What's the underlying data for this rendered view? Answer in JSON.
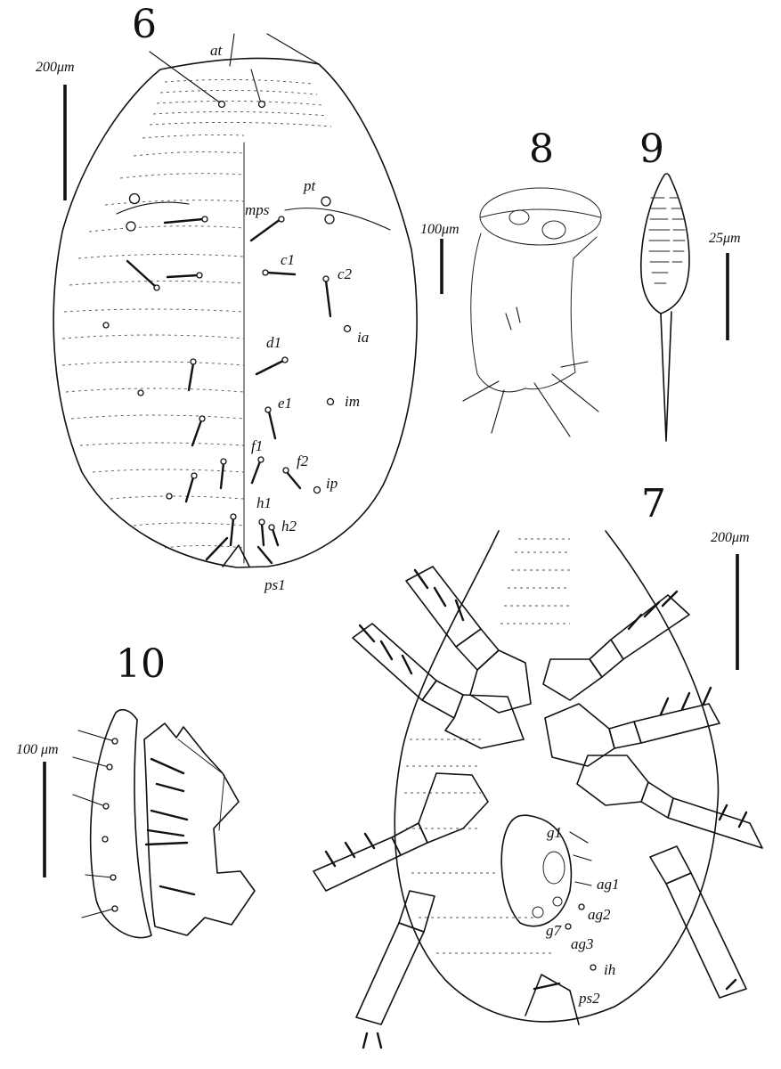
{
  "figure_numbers": {
    "fig6": "6",
    "fig7": "7",
    "fig8": "8",
    "fig9": "9",
    "fig10": "10"
  },
  "scale_bars": {
    "fig6": "200μm",
    "fig7": "200μm",
    "fig8": "100μm",
    "fig9": "25μm",
    "fig10": "100 μm"
  },
  "fig6_labels": {
    "at": "at",
    "pt": "pt",
    "mps": "mps",
    "c1": "c1",
    "c2": "c2",
    "ia": "ia",
    "d1": "d1",
    "e1": "e1",
    "im": "im",
    "f1": "f1",
    "f2": "f2",
    "ip": "ip",
    "h1": "h1",
    "h2": "h2",
    "ps1": "ps1"
  },
  "fig7_labels": {
    "g1": "g1",
    "ag1": "ag1",
    "ag2": "ag2",
    "g7": "g7",
    "ag3": "ag3",
    "ih": "ih",
    "ps2": "ps2"
  }
}
